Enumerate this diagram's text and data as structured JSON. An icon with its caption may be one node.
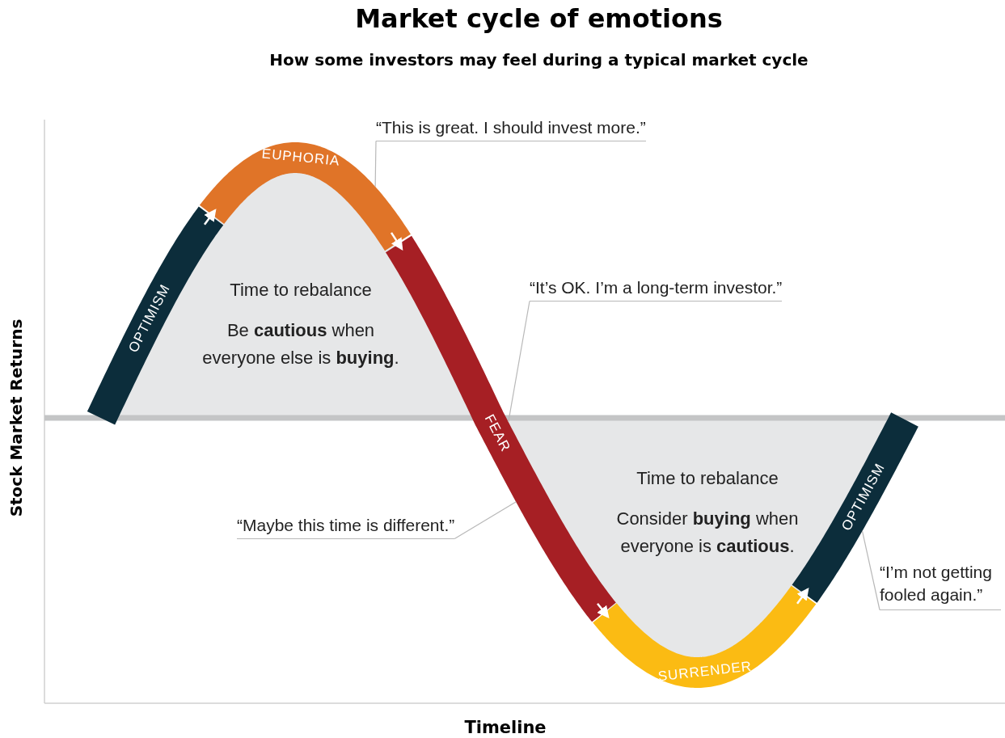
{
  "diagram": {
    "title": "Market cycle of emotions",
    "nodes": [
      {
        "text": [
          "OPTIMISM"
        ]
      },
      {
        "text": [
          "EUPHORIA"
        ]
      },
      {
        "text": [
          "FEAR"
        ]
      },
      {
        "text": [
          "SURRENDER"
        ]
      },
      {
        "text": [
          "OPTIMISM"
        ]
      },
      {
        "text": [
          "Time to rebalance",
          "Be **cautious** when everyone else is **buying**."
        ]
      },
      {
        "text": [
          "Time to rebalance",
          "Consider **buying** when everyone is **cautious**."
        ]
      },
      {
        "text": [
          "“This is great. I should invest more.”"
        ]
      },
      {
        "text": [
          "“It’s OK. I’m a long-term investor.”"
        ]
      },
      {
        "text": [
          "“Maybe this time is different.”"
        ]
      },
      {
        "text": [
          "“I’m not getting fooled again.”"
        ]
      }
    ],
    "edges": [
      {
        "from": 0,
        "to": 1,
        "arrow": "to"
      },
      {
        "from": 1,
        "to": 2,
        "arrow": "to"
      },
      {
        "from": 2,
        "to": 3,
        "arrow": "to"
      },
      {
        "from": 3,
        "to": 4,
        "arrow": "to"
      },
      {
        "from": 7,
        "to": 1,
        "arrow": "none"
      },
      {
        "from": 8,
        "to": 2,
        "arrow": "none"
      },
      {
        "from": 9,
        "to": 2,
        "arrow": "none"
      },
      {
        "from": 10,
        "to": 4,
        "arrow": "none"
      }
    ],
    "labels": [
      "How some investors may feel during a typical market cycle",
      "Stock Market Returns",
      "Timeline"
    ]
  }
}
